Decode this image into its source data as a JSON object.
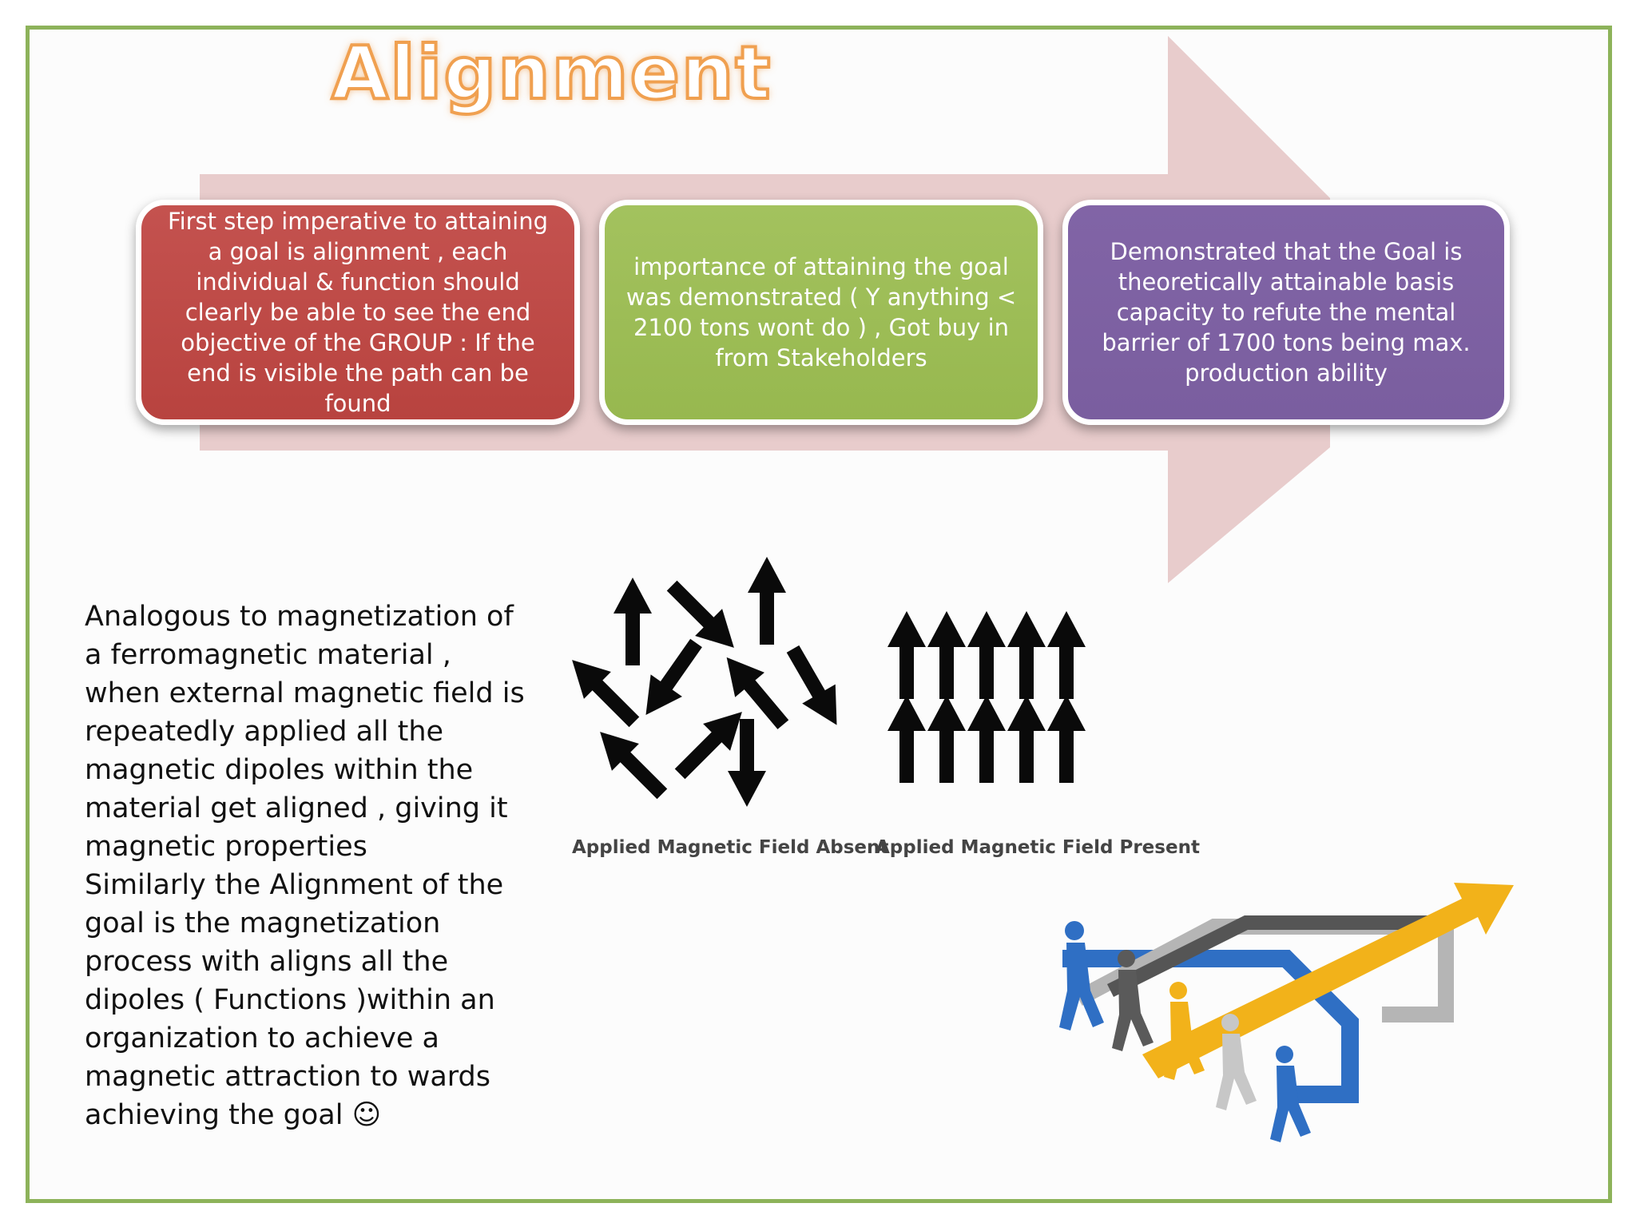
{
  "slide": {
    "title": "Alignment",
    "cards": [
      {
        "text": "First step imperative to attaining a goal is alignment , each individual & function should clearly be able to see the end objective of the GROUP : If the end is visible the path can be found",
        "color": "#c0504d"
      },
      {
        "text": "importance of attaining the goal was demonstrated ( Y anything < 2100 tons wont do ) , Got buy in from Stakeholders",
        "color": "#9bbb59"
      },
      {
        "text": "Demonstrated that the Goal is theoretically attainable basis capacity to refute the mental barrier of 1700 tons being max. production ability",
        "color": "#8064a2"
      }
    ],
    "analogy": {
      "paragraph1": "Analogous to  magnetization of a ferromagnetic material , when external magnetic field is repeatedly applied all the magnetic dipoles within the material get aligned , giving it magnetic properties",
      "paragraph2": "Similarly the Alignment of the goal is the magnetization process with aligns all the dipoles ( Functions )within an organization to achieve a magnetic attraction to wards achieving the goal  ☺"
    },
    "figure": {
      "caption_absent": "Applied Magnetic Field Absent",
      "caption_present": "Applied Magnetic Field Present"
    },
    "colors": {
      "frame": "#8db35a",
      "arrow": "#e8cccc",
      "title_outline": "#f0a050"
    },
    "icons": [
      "process-arrow",
      "magnetic-dipole-arrows",
      "team-climbing-arrow-illustration"
    ]
  }
}
